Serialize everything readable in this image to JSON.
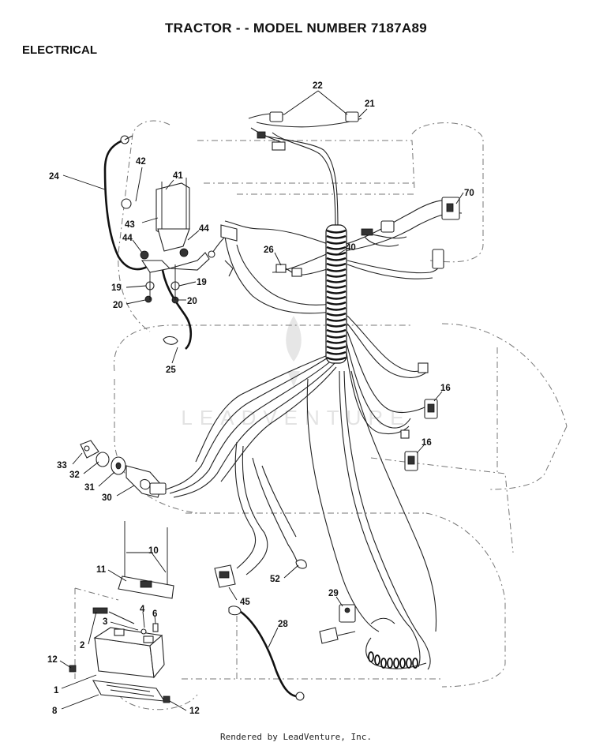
{
  "header": {
    "title": "TRACTOR - - MODEL NUMBER 7187A89",
    "section": "ELECTRICAL"
  },
  "watermark": {
    "text": "LEADVENTURE"
  },
  "footer": {
    "text": "Rendered by LeadVenture, Inc."
  },
  "callouts": [
    {
      "id": "c22",
      "label": "22"
    },
    {
      "id": "c21",
      "label": "21"
    },
    {
      "id": "c24",
      "label": "24"
    },
    {
      "id": "c42",
      "label": "42"
    },
    {
      "id": "c41",
      "label": "41"
    },
    {
      "id": "c70",
      "label": "70"
    },
    {
      "id": "c43",
      "label": "43"
    },
    {
      "id": "c44a",
      "label": "44"
    },
    {
      "id": "c44b",
      "label": "44"
    },
    {
      "id": "c26",
      "label": "26"
    },
    {
      "id": "c40",
      "label": "40"
    },
    {
      "id": "c19a",
      "label": "19"
    },
    {
      "id": "c19b",
      "label": "19"
    },
    {
      "id": "c20a",
      "label": "20"
    },
    {
      "id": "c20b",
      "label": "20"
    },
    {
      "id": "c25",
      "label": "25"
    },
    {
      "id": "c16a",
      "label": "16"
    },
    {
      "id": "c16b",
      "label": "16"
    },
    {
      "id": "c33",
      "label": "33"
    },
    {
      "id": "c32",
      "label": "32"
    },
    {
      "id": "c31",
      "label": "31"
    },
    {
      "id": "c30",
      "label": "30"
    },
    {
      "id": "c10",
      "label": "10"
    },
    {
      "id": "c11",
      "label": "11"
    },
    {
      "id": "c52",
      "label": "52"
    },
    {
      "id": "c29",
      "label": "29"
    },
    {
      "id": "c45",
      "label": "45"
    },
    {
      "id": "c3",
      "label": "3"
    },
    {
      "id": "c4",
      "label": "4"
    },
    {
      "id": "c6",
      "label": "6"
    },
    {
      "id": "c28",
      "label": "28"
    },
    {
      "id": "c2",
      "label": "2"
    },
    {
      "id": "c12a",
      "label": "12"
    },
    {
      "id": "c1",
      "label": "1"
    },
    {
      "id": "c8",
      "label": "8"
    },
    {
      "id": "c12b",
      "label": "12"
    }
  ]
}
